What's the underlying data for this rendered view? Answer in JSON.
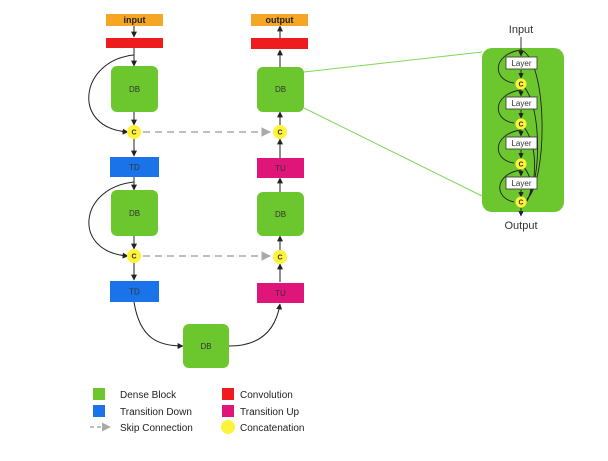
{
  "diagram": {
    "input_label": "input",
    "output_label": "output",
    "dense_block_label": "DB",
    "transition_down_label": "TD",
    "transition_up_label": "TU",
    "concat_label": "C",
    "detail": {
      "input_label": "Input",
      "output_label": "Output",
      "layer_label": "Layer"
    }
  },
  "legend": {
    "dense_block": "Dense Block",
    "transition_down": "Transition Down",
    "skip_connection": "Skip Connection",
    "convolution": "Convolution",
    "transition_up": "Transition Up",
    "concatenation": "Concatenation"
  },
  "colors": {
    "dense_block": "#6cc72f",
    "transition_down": "#1a73e8",
    "transition_up": "#e0157a",
    "convolution": "#ee1c1c",
    "io": "#f5a623",
    "concatenation": "#fff23a",
    "connector": "#7ed957",
    "skip": "#aaaaaa"
  }
}
